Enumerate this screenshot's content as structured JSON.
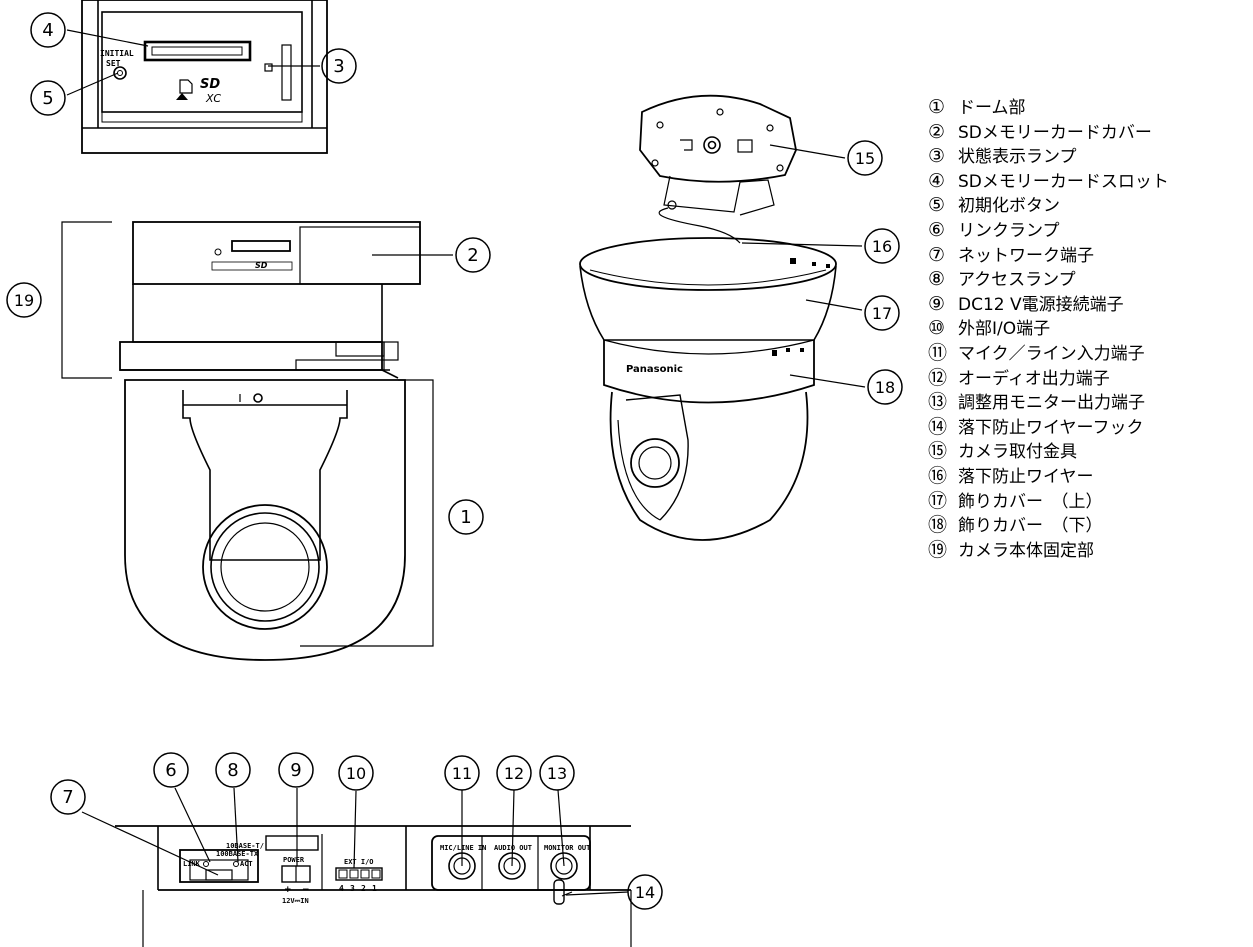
{
  "callouts": [
    "1",
    "2",
    "3",
    "4",
    "5",
    "6",
    "7",
    "8",
    "9",
    "10",
    "11",
    "12",
    "13",
    "14",
    "15",
    "16",
    "17",
    "18",
    "19"
  ],
  "panel_text": {
    "initial": "INITIAL",
    "set": "SET",
    "base_t": "10BASE-T/",
    "base_tx": "100BASE-TX",
    "link": "LINK",
    "act": "ACT",
    "power": "POWER",
    "plus": "+",
    "minus": "−",
    "volt": "12V⎓IN",
    "ext": "EXT I/O",
    "ext_pins": [
      "4",
      "3",
      "2",
      "1"
    ],
    "mic": "MIC/LINE IN",
    "audio": "AUDIO OUT",
    "monitor": "MONITOR OUT",
    "brand": "Panasonic",
    "sd": "SD",
    "xc": "XC"
  },
  "legend": [
    {
      "num": "①",
      "label": "ドーム部"
    },
    {
      "num": "②",
      "label": "SDメモリーカードカバー"
    },
    {
      "num": "③",
      "label": "状態表示ランプ"
    },
    {
      "num": "④",
      "label": "SDメモリーカードスロット"
    },
    {
      "num": "⑤",
      "label": "初期化ボタン"
    },
    {
      "num": "⑥",
      "label": "リンクランプ"
    },
    {
      "num": "⑦",
      "label": "ネットワーク端子"
    },
    {
      "num": "⑧",
      "label": "アクセスランプ"
    },
    {
      "num": "⑨",
      "label": "DC12 V電源接続端子"
    },
    {
      "num": "⑩",
      "label": "外部I/O端子"
    },
    {
      "num": "⑪",
      "label": "マイク／ライン入力端子"
    },
    {
      "num": "⑫",
      "label": "オーディオ出力端子"
    },
    {
      "num": "⑬",
      "label": "調整用モニター出力端子"
    },
    {
      "num": "⑭",
      "label": "落下防止ワイヤーフック"
    },
    {
      "num": "⑮",
      "label": "カメラ取付金具"
    },
    {
      "num": "⑯",
      "label": "落下防止ワイヤー"
    },
    {
      "num": "⑰",
      "label": "飾りカバー　（上）"
    },
    {
      "num": "⑱",
      "label": "飾りカバー　（下）"
    },
    {
      "num": "⑲",
      "label": "カメラ本体固定部"
    }
  ]
}
